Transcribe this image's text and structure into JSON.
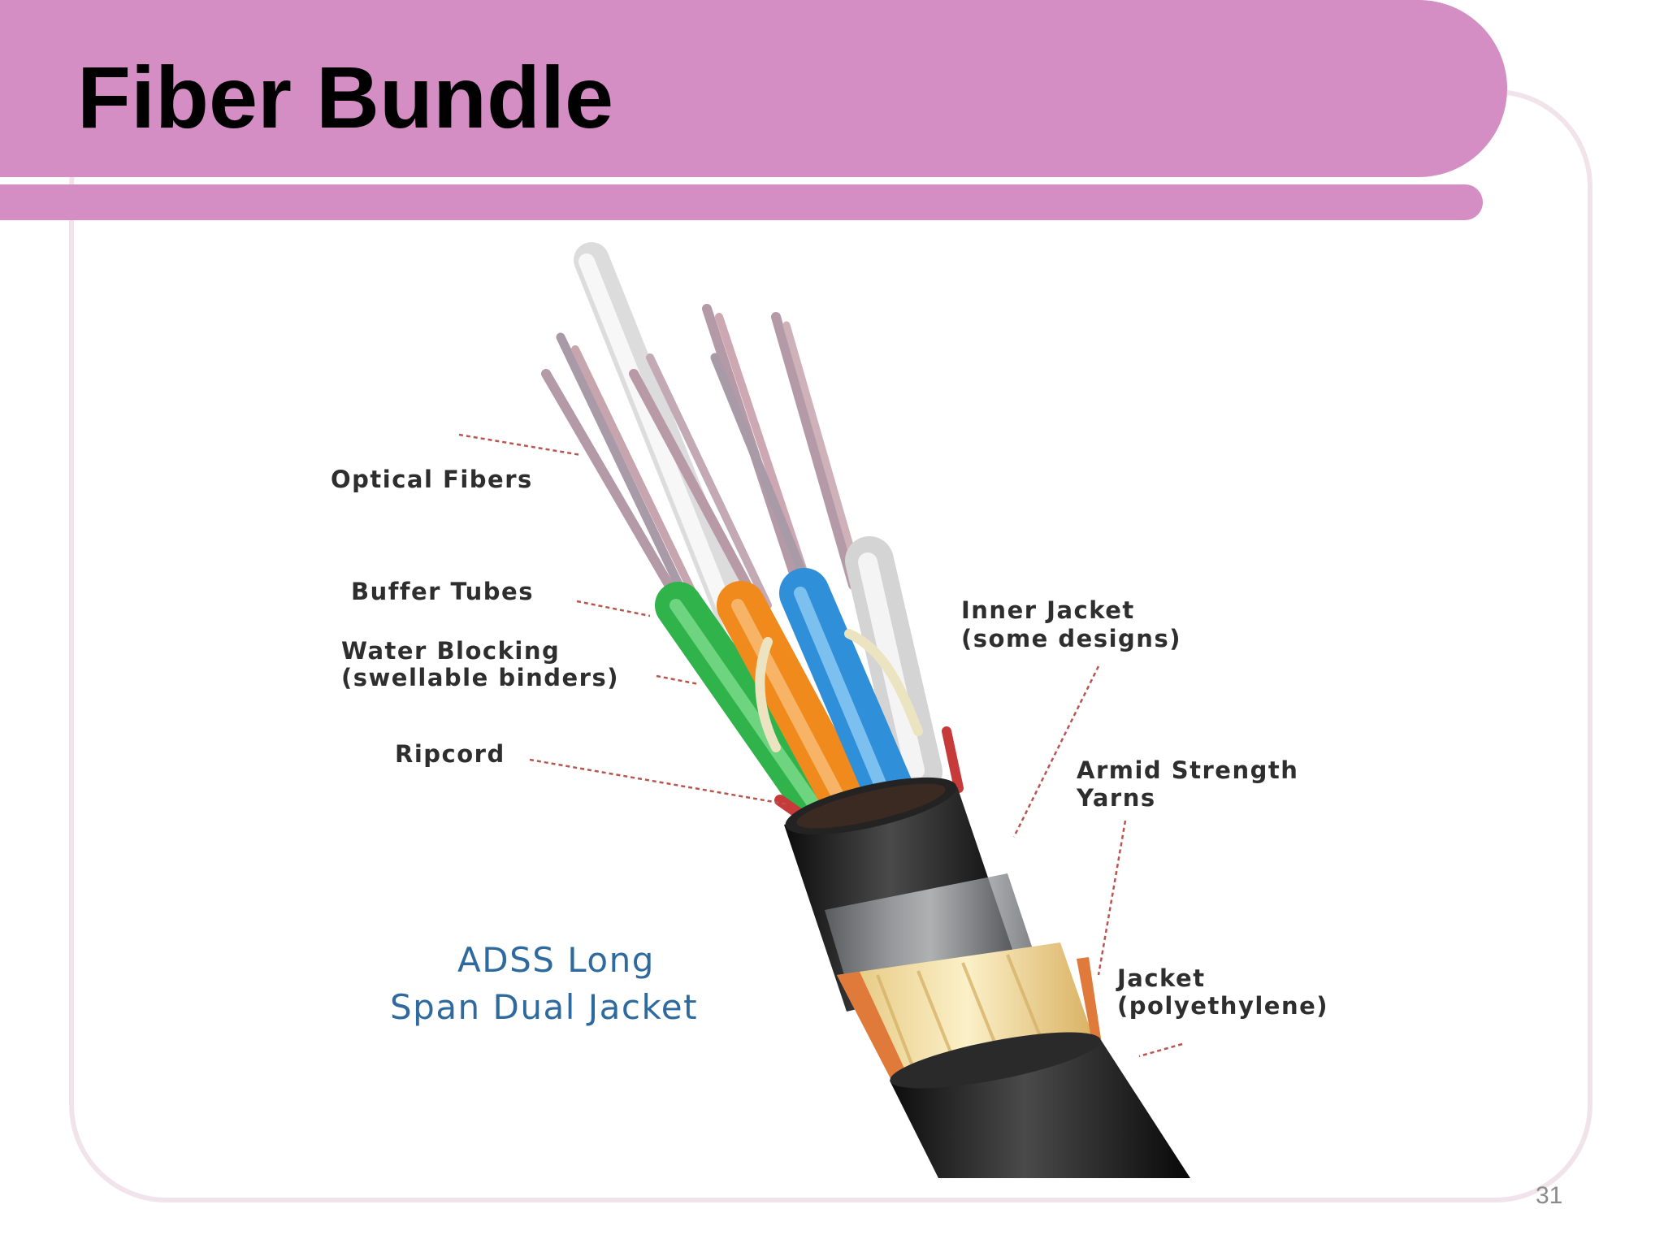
{
  "slide": {
    "title": "Fiber Bundle",
    "page_number": "31",
    "accent_color": "#d48ec4"
  },
  "diagram": {
    "caption": [
      "ADSS Long",
      "Span Dual Jacket"
    ],
    "labels": {
      "optical_fibers": "Optical Fibers",
      "buffer_tubes": "Buffer Tubes",
      "water_blocking": [
        "Water Blocking",
        "(swellable binders)"
      ],
      "ripcord": "Ripcord",
      "inner_jacket": [
        "Inner Jacket",
        "(some designs)"
      ],
      "armid_yarns": [
        "Armid Strength",
        "Yarns"
      ],
      "jacket": [
        "Jacket",
        "(polyethylene)"
      ]
    },
    "colors": {
      "buffer_tubes": [
        "#2fb34a",
        "#f08a1c",
        "#2f8fd8",
        "#e6e6e6"
      ],
      "jacket": "#1b1b1b",
      "yarn": "#f1dca0",
      "ripcord": "#c73a3a"
    }
  }
}
